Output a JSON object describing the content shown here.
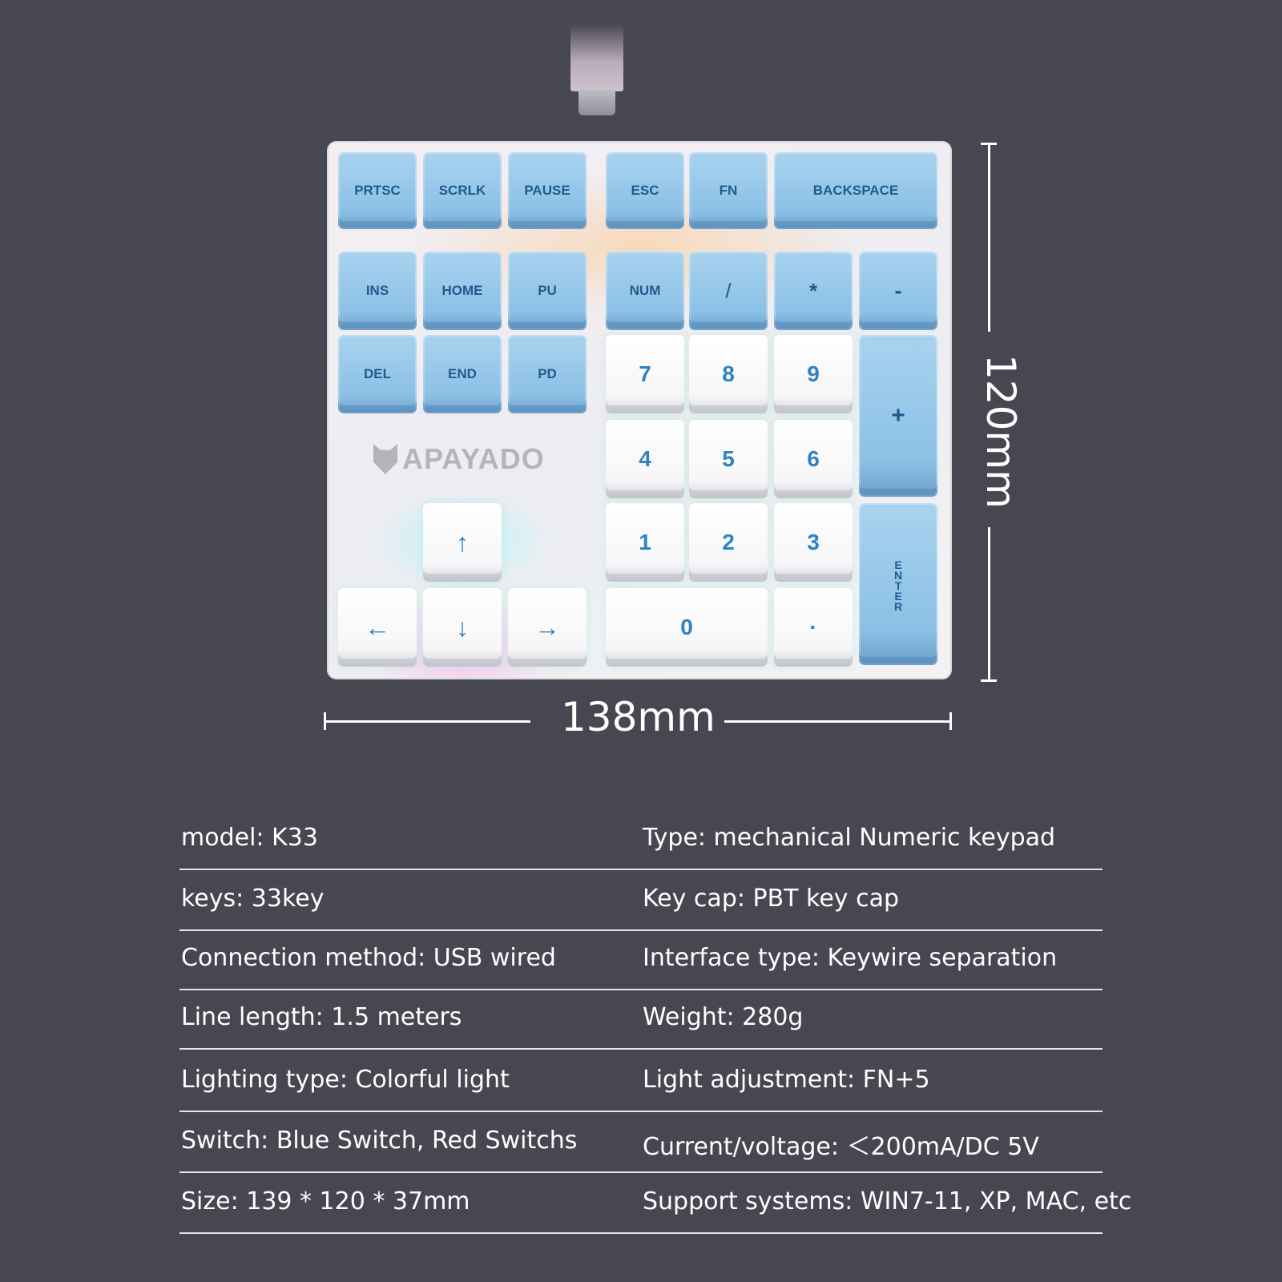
{
  "keyboard": {
    "brand": "APAYADO",
    "keys": {
      "prtsc": "PRTSC",
      "scrlk": "SCRLK",
      "pause": "PAUSE",
      "esc": "ESC",
      "fn": "FN",
      "backspace": "BACKSPACE",
      "ins": "INS",
      "home": "HOME",
      "pu": "PU",
      "num": "NUM",
      "slash": "/",
      "star": "*",
      "minus": "-",
      "del": "DEL",
      "end": "END",
      "pd": "PD",
      "plus": "+",
      "enter": "ENTER",
      "k7": "7",
      "k8": "8",
      "k9": "9",
      "k4": "4",
      "k5": "5",
      "k6": "6",
      "k1": "1",
      "k2": "2",
      "k3": "3",
      "k0": "0",
      "dot": "·",
      "up": "↑",
      "left": "←",
      "down": "↓",
      "right": "→"
    }
  },
  "dimensions": {
    "width_label": "138mm",
    "height_label": "120mm"
  },
  "specs": [
    {
      "left": "model: K33",
      "right": "Type: mechanical Numeric keypad"
    },
    {
      "left": "keys: 33key",
      "right": "Key cap: PBT  key cap"
    },
    {
      "left": "Connection method: USB wired",
      "right": "Interface type: Keywire separation"
    },
    {
      "left": "Line length: 1.5 meters",
      "right": "Weight: 280g"
    },
    {
      "left": "Lighting type: Colorful light",
      "right": "Light adjustment: FN+5"
    },
    {
      "left": "Switch: Blue Switch, Red Switchs",
      "right": "Current/voltage: ＜200mA/DC 5V"
    },
    {
      "left": "Size: 139 * 120 * 37mm",
      "right": "Support systems: WIN7-11, XP, MAC, etc"
    }
  ]
}
